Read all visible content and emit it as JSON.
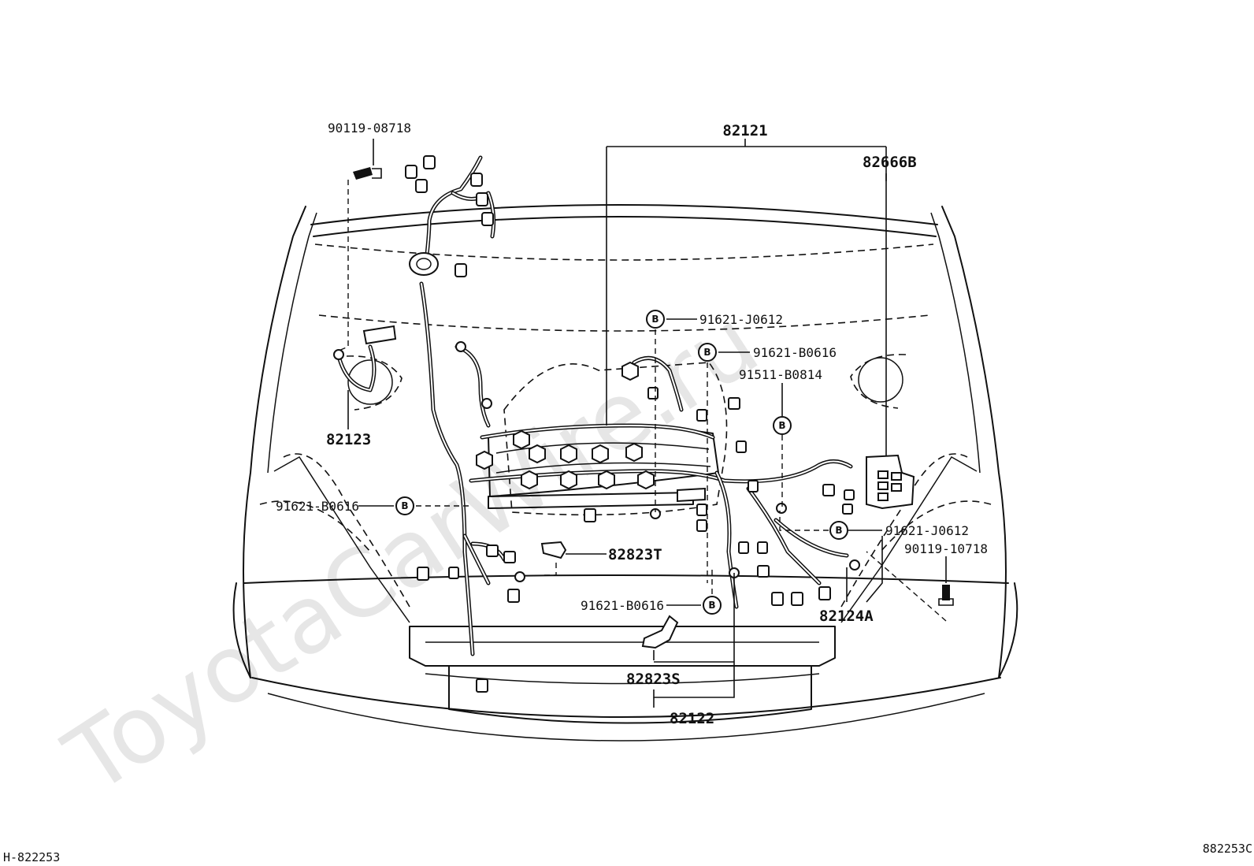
{
  "footer": {
    "left_code": "H-822253",
    "right_code": "882253C"
  },
  "watermark": "ToyotaCarWire.ru",
  "marker_letter": "B",
  "parts": {
    "p90119_08718": "90119-08718",
    "p82121": "82121",
    "p82666B": "82666B",
    "p91621_J0612_top": "91621-J0612",
    "p91621_B0616_top": "91621-B0616",
    "p91511_B0814": "91511-B0814",
    "p82123": "82123",
    "p91621_B0616_left": "91621-B0616",
    "p82823T": "82823T",
    "p91621_J0612_right": "91621-J0612",
    "p90119_10718": "90119-10718",
    "p91621_B0616_bottom": "91621-B0616",
    "p82124A": "82124A",
    "p82823S": "82823S",
    "p82122": "82122"
  }
}
